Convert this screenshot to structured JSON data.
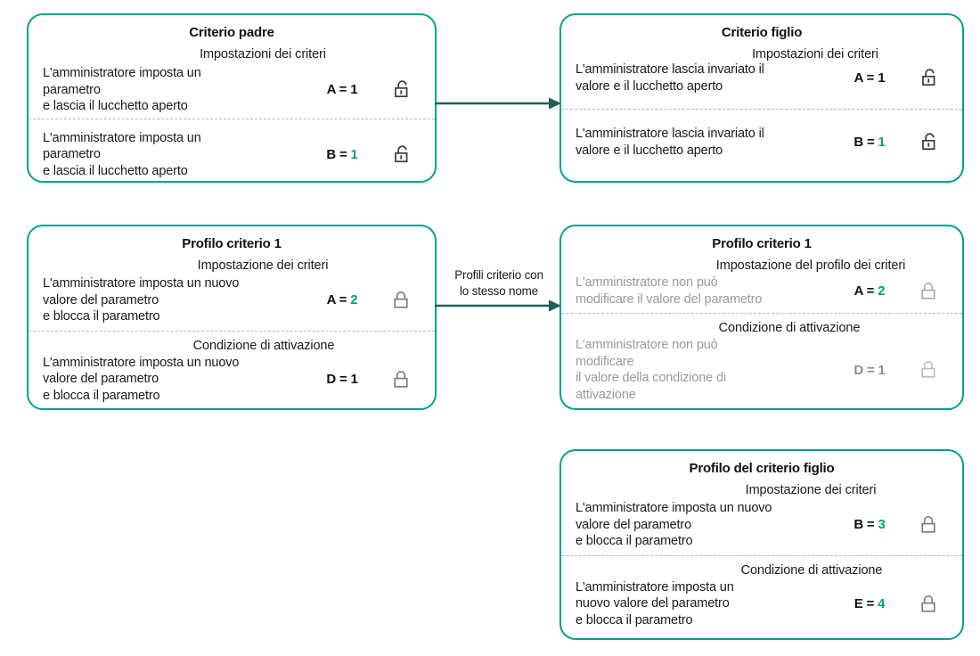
{
  "theme": {
    "accent": "#00a38c",
    "value_accent": "#00a07f",
    "text": "#1a1a1a",
    "dim_text": "#9a9a9a",
    "divider": "#b8b8b8",
    "arrow": "#1f5f58"
  },
  "cards": {
    "parent": {
      "title": "Criterio padre",
      "rows": [
        {
          "section_label": "Impostazioni dei criteri",
          "description": "L'amministratore imposta un\nparametro\n e lascia il lucchetto aperto",
          "value_key": "A =",
          "value_num": "1",
          "value_num_accent": false,
          "lock": "lock-open-icon",
          "dimmed": false
        },
        {
          "section_label": "",
          "description": "L'amministratore imposta un\nparametro\n e lascia il lucchetto aperto",
          "value_key": "B =",
          "value_num": "1",
          "value_num_accent": true,
          "lock": "lock-open-icon",
          "dimmed": false
        }
      ]
    },
    "child": {
      "title": "Criterio figlio",
      "rows": [
        {
          "section_label": "Impostazioni dei criteri",
          "description": "L'amministratore lascia invariato il\nvalore e il lucchetto aperto",
          "value_key": "A =",
          "value_num": "1",
          "value_num_accent": false,
          "lock": "lock-open-icon",
          "dimmed": false
        },
        {
          "section_label": "",
          "description": "L'amministratore lascia invariato il\nvalore e il lucchetto aperto",
          "value_key": "B =",
          "value_num": "1",
          "value_num_accent": true,
          "lock": "lock-open-icon",
          "dimmed": false
        }
      ]
    },
    "profile1": {
      "title": "Profilo criterio 1",
      "rows": [
        {
          "section_label": "Impostazione dei criteri",
          "description": "L'amministratore imposta un nuovo\nvalore del parametro\n e blocca il parametro",
          "value_key": "A =",
          "value_num": "2",
          "value_num_accent": true,
          "lock": "lock-closed-icon",
          "dimmed": false
        },
        {
          "section_label": "Condizione di attivazione",
          "description": "L'amministratore imposta un nuovo\nvalore del parametro\n e blocca il parametro",
          "value_key": "D =",
          "value_num": "1",
          "value_num_accent": false,
          "lock": "lock-closed-icon",
          "dimmed": false
        }
      ]
    },
    "profile2": {
      "title": "Profilo criterio 1",
      "rows": [
        {
          "section_label": "Impostazione del profilo\ndei criteri",
          "description": "L'amministratore non può\nmodificare il valore del parametro",
          "value_key": "A =",
          "value_num": "2",
          "value_num_accent": true,
          "lock": "lock-closed-icon",
          "dimmed": true
        },
        {
          "section_label": "Condizione di attivazione",
          "description": "L'amministratore non può\nmodificare\n il valore della condizione di\nattivazione",
          "value_key": "D =",
          "value_num": "1",
          "value_num_accent": false,
          "lock": "lock-closed-icon",
          "dimmed": true
        }
      ]
    },
    "child_profile": {
      "title": "Profilo del criterio figlio",
      "rows": [
        {
          "section_label": "Impostazione dei criteri",
          "description": "L'amministratore imposta un nuovo\nvalore del parametro\n e blocca il parametro",
          "value_key": "B =",
          "value_num": "3",
          "value_num_accent": true,
          "lock": "lock-closed-icon",
          "dimmed": false
        },
        {
          "section_label": "Condizione di attivazione",
          "description": "L'amministratore imposta un\nnuovo valore del parametro\n e blocca il parametro",
          "value_key": "E =",
          "value_num": "4",
          "value_num_accent": true,
          "lock": "lock-closed-icon",
          "dimmed": false
        }
      ]
    }
  },
  "arrows": {
    "top": {
      "label": ""
    },
    "middle": {
      "label": "Profili criterio con\nlo stesso nome"
    }
  }
}
